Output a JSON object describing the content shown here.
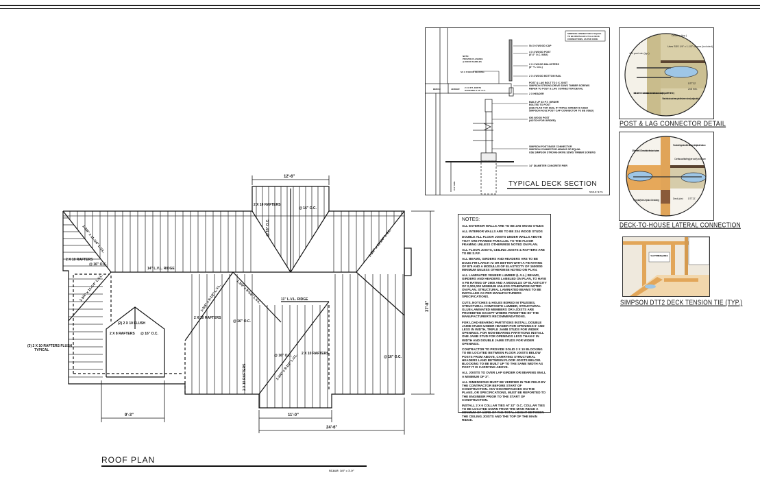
{
  "roof_plan": {
    "title": "ROOF PLAN",
    "scale": "SCALE: 1/4\" = 1'-0\"",
    "dimensions": {
      "top": "12'-6\"",
      "right": "37'-8\"",
      "bottom_left": "9'-3\"",
      "bottom_mid": "11'-0\"",
      "bottom_overall": "24'-6\""
    },
    "labels": {
      "rafters_left": "2 X 10 RAFTERS",
      "oc_left": "@ 16\" O.C.",
      "rafters_top": "2 X 10 RAFTERS",
      "oc_top": "@ 16\" O.C.",
      "ridge_14": "14\" L.V.L. RIDGE",
      "ridge_11": "11\" L.V.L. RIDGE",
      "hip_1": "1-3/4\" x 11-1/4\" L.V.L.",
      "hip_2": "1-3/4\" x 11-1/4\" L.V.L.",
      "hip_3": "1-3/4\" x 9-1/2\" L.V.L.",
      "hip_4": "1-3/4\" x 11-1/4\" L.V.L.",
      "hip_5": "1-3/4\" x 9-1/2\" L.V.L.",
      "hip_6": "1-3/4\" x 9-1/2\" L.V.L.",
      "flush_left": "(3) 2 X 10 RAFTERS FLUSH",
      "flush_left_2": "TYPICAL",
      "flush_dormer": "(2) 2 X 10 FLUSH",
      "rafters_dormer": "2 X 8 RAFTERS",
      "oc_dormer": "@ 16\" O.C.",
      "rafters_mid": "2 X 10 RAFTERS",
      "oc_mid": "@ 16\" O.C.",
      "rafters_low": "2 X 10 RAFTERS",
      "oc_low": "@ 16\" O.C.",
      "oc_right": "@ 16\" O.C.",
      "rafters_vert": "2 X 10 RAFTERS",
      "oc_top2": "@ 16\" O.C."
    }
  },
  "deck_section": {
    "title": "TYPICAL DECK SECTION",
    "scale": "SCALE: N.T.S.",
    "corner_note": [
      "SIMPSON CONNECTOR AT EQUAL",
      "TO BE INSTALLED AT ALL DECK",
      "CONNECTIONS, AS PER CODE"
    ],
    "note": [
      "NOTE:",
      "PROVIDE FLASHING",
      "@ DOOR SADDLES"
    ],
    "decking": "5/4 X 6 WOOD DECKING",
    "bench": "BENCH",
    "ledger": "LEDGER",
    "joists": [
      "2 X 8 P.T. JOISTS",
      "HANGERS & 16\" O.C."
    ],
    "height": "3'-6\" MIN.",
    "callouts": [
      [
        "5/4 X 6 WOOD CAP"
      ],
      [
        "4 X 4 WOOD POST",
        "(6'-0\" O.C. MAX)"
      ],
      [
        "2 X 2 WOOD BALUSTERS",
        "(6\" +/- O.C.)"
      ],
      [
        "2 X 4 WOOD BOTTOM RAIL"
      ],
      [
        "POST & LAG BOLT TO 2 X JOIST",
        "SIMPSON STRONG-DRIVE SDWS TIMBER SCREWS",
        "REFER TO POST & LAG CONNECTOR DETAIL"
      ],
      [
        "2 X HEADER"
      ],
      [
        "BUILT UP 3X P.T. GIRDER",
        "BOLTED TO POST",
        "(SEE PLAN FOR SIZE, IF TRIPLE GIRDER IS USED",
        "SIMPSON AC6Z POST CAP CONNECTOR TO BE USED)"
      ],
      [
        "6X6 WOOD POST",
        "(NOTCH FOR GIRDER)"
      ],
      [
        "SIMPSON POST BASE CONNECTOR",
        "SIMPSON CONNECTOR ABA66Z OR EQUAL",
        "USE SIMPSON STRONG-DRIVE SDWS TIMBER SCREWS"
      ],
      [
        "14\" DIAMETER CONCRETE PIER"
      ]
    ]
  },
  "notes": {
    "title": "NOTES:",
    "items": [
      "ALL EXTERIOR WALLS ARE TO BE 2X6 WOOD STUDS",
      "ALL INTERIOR WALLS ARE TO BE 2X4 WOOD STUDS",
      "DOUBLE ALL FLOOR JOISTS UNDER WALLS ABOVE THAT ARE FRAMED PARALLEL TO THE FLOOR FRAMING UNLESS OTHERWISE NOTED ON PLAN.",
      "ALL FLOOR JOISTS, CEILING JOISTS & RAFTERS ARE TO BE S.P.F.",
      "ALL BEAMS, GIRDERS AND HEADERS ARE TO BE DOUG FIR-LARCH #2 OR BETTER WITH A Fb RATING OF 875 AND A MODULUS OF ELASTICITY OF 1600000 MINIMUM UNLESS OTHERWISE NOTED ON PLAN.",
      "ALL LAMINATED VENEER LUMBER (L.V.L.) BEAMS, GIRDERS AND HEADERS LABELED ON PLAN, TO HAVE A Fb RATING OF 2600 AND A MODULUS OF ELASTICITY OF 2,000,000 MINIMUM UNLESS OTHERWISE NOTED ON PLAN. STRUCTURAL LAMINATED BEAMS TO BE INSTALLED AS PER MANUFACTURERS SPECIFICATIONS.",
      "CUTS, NOTCHES & HOLES BORED IN TRUSSES, STRUCTURAL COMPOSITE LUMBER, STRUCTURAL GLUE-LAMINATED MEMBERS OR I-JOISTS ARE PROHIBITED EXCEPT WHERE PERMITTED BY THE MANUFACTURER'S RECOMMENDATIONS.",
      "FOR LOAD-BEARING PARTITIONS INSTALL DOUBLE JAMB STUDS UNDER HEADER FOR OPENINGS 6' AND LESS IN WIDTH, TRIPLE JAMB STUDS FOR WIDER OPENINGS. FOR NON-BEARING PARTITIONS INSTALL ONE JAMB STUD FOR OPENINGS LESS THAN 6' IN WIDTH AND DOUBLE JAMB STUDS FOR WIDER OPENINGS.",
      "CONTRACTOR TO PROVIDE SOLID 2 X 10 BLOCKING TO BE LOCATED BETWEEN FLOOR JOISTS BELOW POSTS FROM ABOVE, CARRYING STRUCTURAL HEADERS LAND BETWEEN FLOOR JOISTS BELOW. BLOCKING TO BE BUILT UP TO THE SAME WIDTH AS POST IT IS CARRYING ABOVE.",
      "ALL JOISTS TO OVER LAP GIRDER OR BEARING WALL A MINIMUM OF 3\".",
      "ALL DIMENSIONS MUST BE VERIFIED IN THE FIELD BY THE CONTRACTOR BEFORE START OF CONSTRUCTION. ANY DISCREPANCIES ON THE PLANS, OR SPECIFICATIONS, MUST BE REPORTED TO THE ENGINEER PRIOR TO THE START OF CONSTRUCTION.",
      "INSTALL 2 X 6 COLLAR TIES AT 32\" O.C. COLLAR TIES TO BE LOCATED DOWN FROM THE MAIN RIDGE A MINIMUM OF 1/3RD OF THE TOTAL HEIGHT BETWEEN THE CEILING JOISTS AND THE TOP OF THE MAIN RIDGE."
    ]
  },
  "details": {
    "post_lag": {
      "caption": "POST & LAG CONNECTOR DETAIL",
      "labels": [
        "Decking (typ.)",
        "4x4 post min (typ.)",
        "Uses SDS 1/4\" x 1-1/2\" screws (included)",
        "DTT2Z",
        "2x8 min.",
        "1/2\" diameter HDG machine bolts or threaded rods with nuts and washers (Simpson BTHH/HDG)",
        "Standard cut washer required between nut and post (provided)"
      ]
    },
    "lateral": {
      "caption": "DECK-TO-HOUSE LATERAL CONNECTION",
      "labels": [
        "1/2\" diameter HDG threaded rod with nuts and washers",
        "Floor sheathing nailed w/ 8d nails on center to joist with holdown",
        "Continuous flashing (per code), not shown",
        "Floor joist (Note: 2x joist or 2x blocking)",
        "Deck joist",
        "DTT2Z"
      ]
    },
    "tension_tie": {
      "caption": "SIMPSON DTT2 DECK TENSION TIE (TYP.)",
      "labels": [
        "Simpson DTT2Z installation with Lag and Joist fasteners"
      ]
    }
  }
}
